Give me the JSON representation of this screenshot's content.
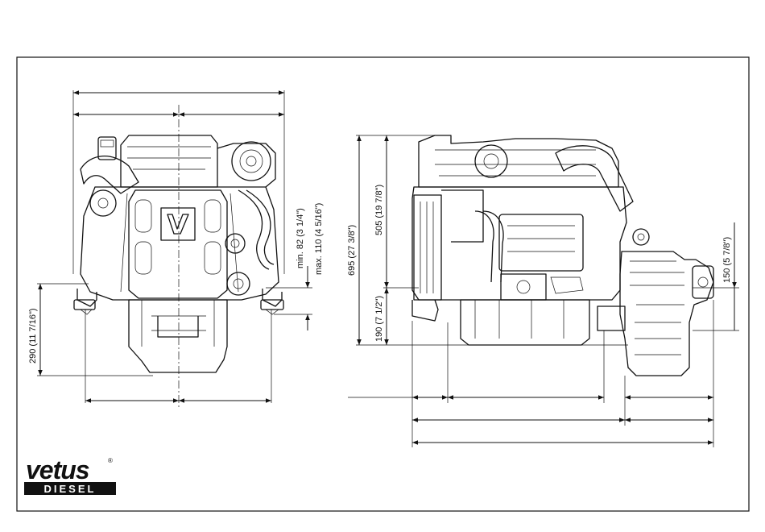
{
  "front_view": {
    "dims": {
      "mount_min": "min. 82 (3 1/4\")",
      "mount_max": "max. 110 (4 5/16\")",
      "height_290": "290 (11 7/16\")"
    }
  },
  "side_view": {
    "dims": {
      "height_695": "695 (27 3/8\")",
      "height_505": "505 (19 7/8\")",
      "height_190": "190 (7 1/2\")",
      "height_150": "150 (5 7/8\")"
    }
  },
  "logo": {
    "brand": "vetus",
    "sub": "DIESEL",
    "reg": "®"
  },
  "colors": {
    "ink": "#111111",
    "paper": "#ffffff"
  }
}
